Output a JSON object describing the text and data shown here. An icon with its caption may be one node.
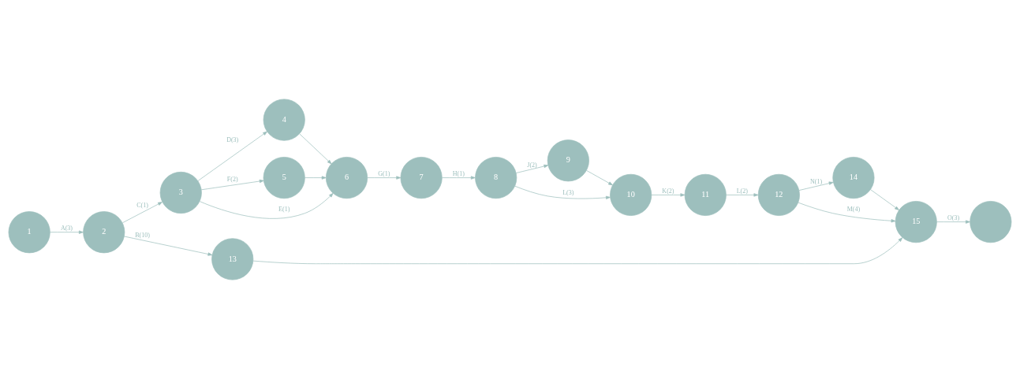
{
  "diagram": {
    "nodes": [
      {
        "text": [
          "1"
        ]
      },
      {
        "text": [
          "2"
        ]
      },
      {
        "text": [
          "3"
        ]
      },
      {
        "text": [
          "4"
        ]
      },
      {
        "text": [
          "5"
        ]
      },
      {
        "text": [
          "6"
        ]
      },
      {
        "text": [
          "7"
        ]
      },
      {
        "text": [
          "8"
        ]
      },
      {
        "text": [
          "9"
        ]
      },
      {
        "text": [
          "10"
        ]
      },
      {
        "text": [
          "11"
        ]
      },
      {
        "text": [
          "12"
        ]
      },
      {
        "text": [
          "13"
        ]
      },
      {
        "text": [
          "14"
        ]
      },
      {
        "text": [
          "15"
        ]
      },
      {
        "text": [],
        "shape": "circle"
      }
    ],
    "edges": [
      {
        "from": 0,
        "to": 1,
        "arrow": "to",
        "label": "A(3)"
      },
      {
        "from": 1,
        "to": 12,
        "arrow": "to",
        "label": "B(10)"
      },
      {
        "from": 1,
        "to": 2,
        "arrow": "to",
        "label": "C(1)"
      },
      {
        "from": 2,
        "to": 3,
        "arrow": "to",
        "label": "D(3)"
      },
      {
        "from": 2,
        "to": 5,
        "arrow": "to",
        "label": "E(1)"
      },
      {
        "from": 2,
        "to": 4,
        "arrow": "to",
        "label": "F(2)"
      },
      {
        "from": 3,
        "to": 5,
        "arrow": "to"
      },
      {
        "from": 4,
        "to": 5,
        "arrow": "to"
      },
      {
        "from": 5,
        "to": 6,
        "arrow": "to",
        "label": "G(1)"
      },
      {
        "from": 6,
        "to": 7,
        "arrow": "to",
        "label": "H(1)"
      },
      {
        "from": 7,
        "to": 8,
        "arrow": "to",
        "label": "J(2)"
      },
      {
        "from": 7,
        "to": 9,
        "arrow": "to",
        "label": "L(3)"
      },
      {
        "from": 8,
        "to": 9,
        "arrow": "to"
      },
      {
        "from": 9,
        "to": 10,
        "arrow": "to",
        "label": "K(2)"
      },
      {
        "from": 10,
        "to": 11,
        "arrow": "to",
        "label": "L(2)"
      },
      {
        "from": 11,
        "to": 13,
        "arrow": "to",
        "label": "N(1)"
      },
      {
        "from": 11,
        "to": 14,
        "arrow": "to",
        "label": "M(4)"
      },
      {
        "from": 12,
        "to": 14,
        "arrow": "to"
      },
      {
        "from": 13,
        "to": 14,
        "arrow": "to"
      },
      {
        "from": 14,
        "to": 15,
        "arrow": "to",
        "label": "O(3)"
      }
    ]
  }
}
